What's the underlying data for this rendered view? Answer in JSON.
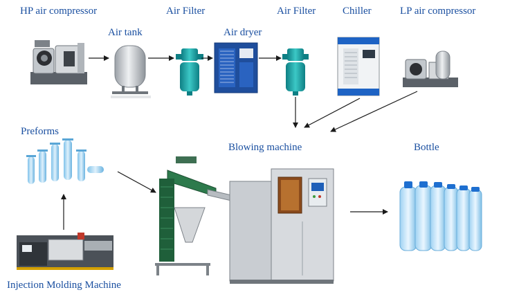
{
  "labels": {
    "hp_air_compressor": "HP air compressor",
    "air_tank": "Air tank",
    "air_filter_1": "Air Filter",
    "air_dryer": "Air dryer",
    "air_filter_2": "Air Filter",
    "chiller": "Chiller",
    "lp_air_compressor": "LP air compressor",
    "preforms": "Preforms",
    "blowing_machine": "Blowing machine",
    "bottle": "Bottle",
    "injection_molding_machine": "Injection Molding Machine"
  },
  "colors": {
    "label": "#1a4fa0",
    "arrow": "#1a1a1a",
    "filter_teal": "#1aa7a8",
    "dryer_blue": "#1f4e9c",
    "machine_grey": "#c9cdd2",
    "conveyor_green": "#1f5f3a",
    "bottle_cap": "#1e6fd0"
  }
}
